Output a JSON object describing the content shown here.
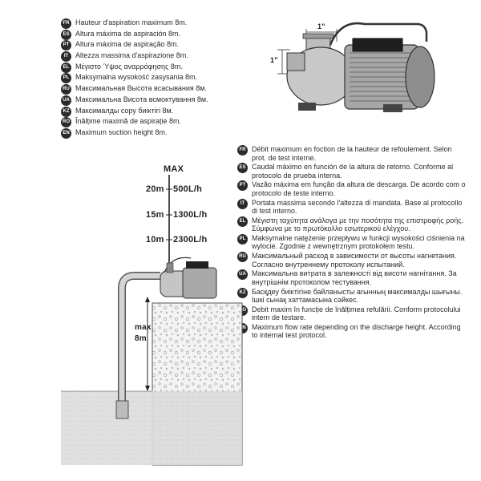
{
  "suction": [
    {
      "code": "FR",
      "text": "Hauteur d'aspiration maximum 8m."
    },
    {
      "code": "ES",
      "text": "Altura máxima de aspiración 8m."
    },
    {
      "code": "PT",
      "text": "Altura máxima de aspiração 8m."
    },
    {
      "code": "IT",
      "text": "Altezza massima d'aspirazione 8m."
    },
    {
      "code": "EL",
      "text": "Μέγιστο Ύψος αναρρόφησης 8m."
    },
    {
      "code": "PL",
      "text": "Maksymalna wysokość zasysania 8m."
    },
    {
      "code": "RU",
      "text": "Максимальная Высота всасывания 8м."
    },
    {
      "code": "UA",
      "text": "Максимальна Висота всмоктування 8м."
    },
    {
      "code": "KZ",
      "text": "Максималды сору биіктігі 8м."
    },
    {
      "code": "RO",
      "text": "Înălțime maximă de aspirație 8m."
    },
    {
      "code": "EN",
      "text": "Maximum suction height 8m."
    }
  ],
  "flow": [
    {
      "code": "FR",
      "text": "Débit maximum en foction de la hauteur de refoulement. Selon prot. de test interne."
    },
    {
      "code": "ES",
      "text": "Caudal máximo en función de la altura de retorno. Conforme al protocolo de prueba interna."
    },
    {
      "code": "PT",
      "text": "Vazão máxima em função da altura de descarga. De acordo com o protocolo de teste interno."
    },
    {
      "code": "IT",
      "text": "Portata massima secondo l'altezza di mandata. Base al protocollo di test interno."
    },
    {
      "code": "EL",
      "text": "Μέγιστη ταχύτητα ανάλογα με την ποσότητα της επιστροφής ροής. Σύμφωνα με το πρωτόκολλο εσωτερικού ελέγχου."
    },
    {
      "code": "PL",
      "text": "Maksymalne natężenie przepływu w funkcji wysokości ciśnienia na wylocie. Zgodnie z wewnętrznym protokołem testu."
    },
    {
      "code": "RU",
      "text": "Максимальный расход в зависимости от высоты нагнетания. Согласно внутреннему протоколу испытаний."
    },
    {
      "code": "UA",
      "text": "Максимальна витрата в залежності від висоти нагнітання. За внутрішнім протоколом тестування."
    },
    {
      "code": "KZ",
      "text": "Басқдеу биіктігіне байланысты агынның максималды шығыны. Ішкі сынақ хаттамасына сәйкес."
    },
    {
      "code": "RO",
      "text": "Debit maxim în funcție de înălțimea refulării. Conform protocolului intern de testare."
    },
    {
      "code": "EN",
      "text": "Maximum flow rate depending on the discharge height. According  to internal test protocol."
    }
  ],
  "pump_dims": {
    "inlet": "1\"",
    "outlet": "1\""
  },
  "diagram": {
    "max_label": "MAX",
    "heights": [
      "20m",
      "15m",
      "10m"
    ],
    "flows": [
      "500L/h",
      "1300L/h",
      "2300L/h"
    ],
    "suction_label": "max\n8m"
  }
}
